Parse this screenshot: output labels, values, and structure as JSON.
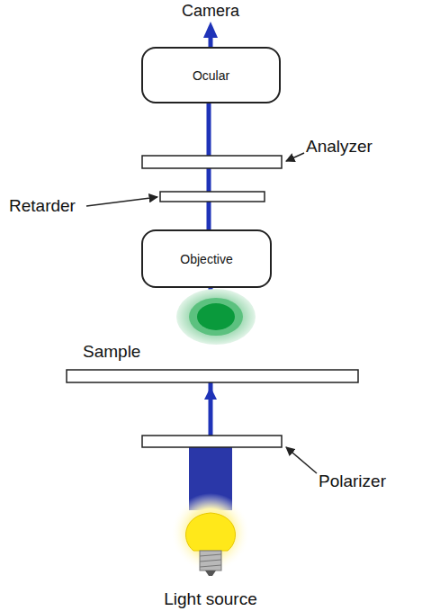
{
  "diagram": {
    "nodes": [
      {
        "text": [
          "Ocular"
        ]
      },
      {
        "text": [
          "Objective"
        ]
      }
    ],
    "edges": [
      {
        "from": 1,
        "to": 0,
        "arrow": "none"
      }
    ],
    "labels": [
      "Camera",
      "Analyzer",
      "Retarder",
      "Sample",
      "Polarizer",
      "Light source"
    ]
  }
}
